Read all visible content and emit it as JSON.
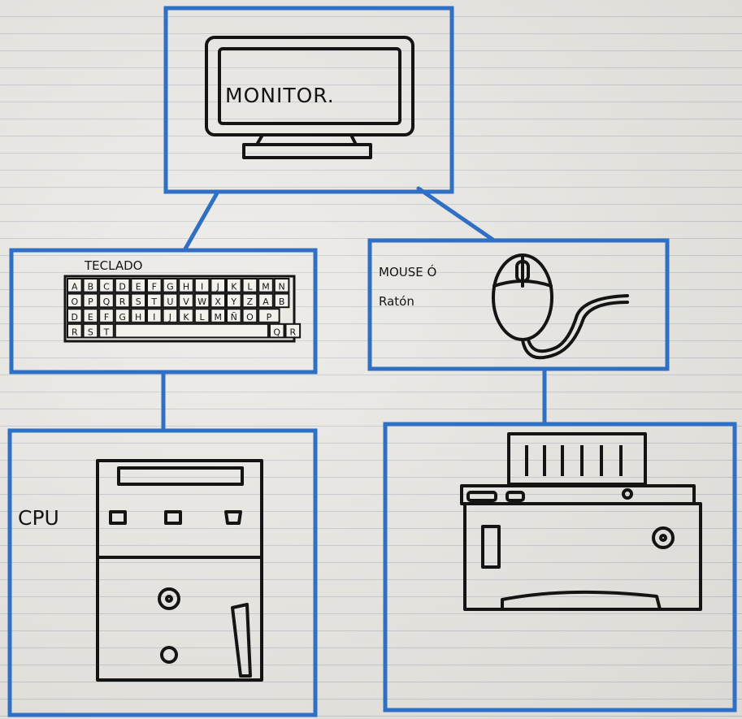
{
  "monitor": {
    "label": "MONITOR."
  },
  "keyboard": {
    "label": "TECLADO",
    "rows": [
      [
        "A",
        "B",
        "C",
        "D",
        "E",
        "F",
        "G",
        "H",
        "I",
        "J",
        "K",
        "L",
        "M",
        "N"
      ],
      [
        "O",
        "P",
        "Q",
        "R",
        "S",
        "T",
        "U",
        "V",
        "W",
        "X",
        "Y",
        "Z",
        "A",
        "B"
      ],
      [
        "D",
        "E",
        "F",
        "G",
        "H",
        "I",
        "J",
        "K",
        "L",
        "M",
        "Ñ",
        "O",
        "P"
      ],
      [
        "R",
        "S",
        "T",
        "",
        "Q",
        "R"
      ]
    ]
  },
  "mouse": {
    "label_line1": "MOUSE Ó",
    "label_line2": "Ratón"
  },
  "cpu": {
    "label": "CPU"
  },
  "colors": {
    "box_border": "#2f6fc4",
    "ink": "#141414",
    "paper": "#e9e7e2",
    "rule_line": "#c3c8cc"
  }
}
